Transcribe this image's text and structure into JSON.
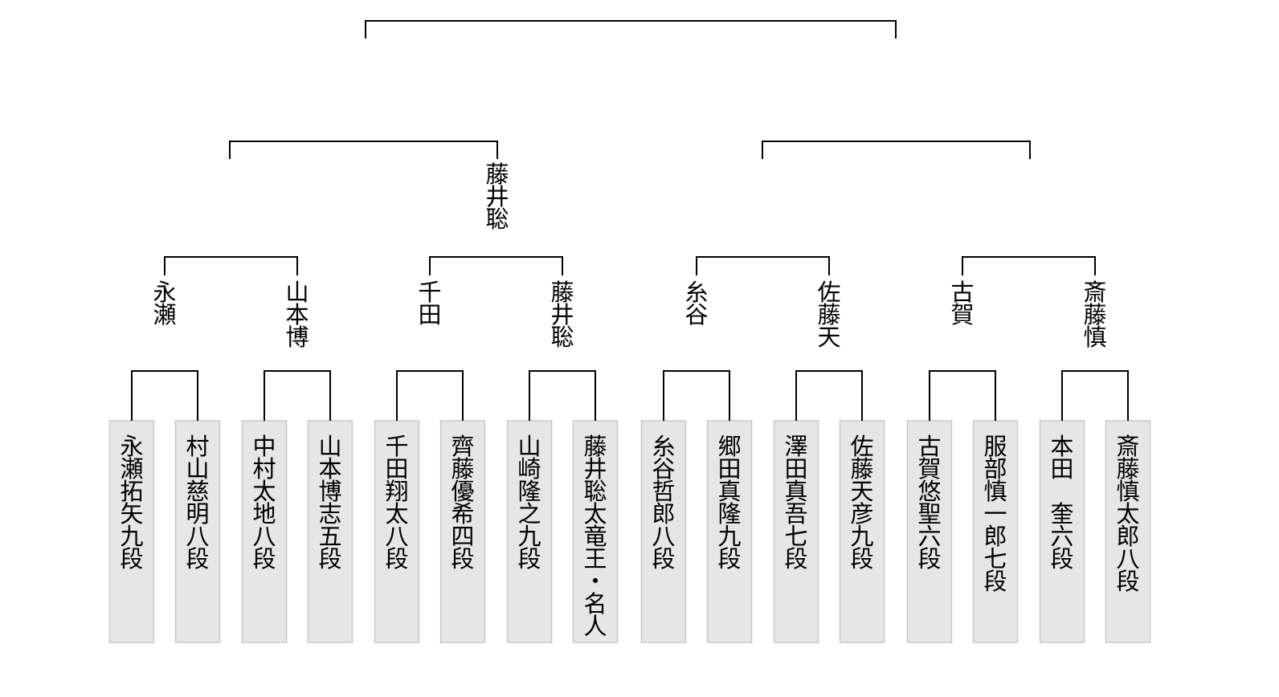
{
  "players": [
    "永瀬拓矢九段",
    "村山慈明八段",
    "中村太地八段",
    "山本博志五段",
    "千田翔太八段",
    "齊藤優希四段",
    "山崎隆之九段",
    "藤井聡太竜王・名人",
    "糸谷哲郎八段",
    "郷田真隆九段",
    "澤田真吾七段",
    "佐藤天彦九段",
    "古賀悠聖六段",
    "服部慎一郎七段",
    "本田　奎六段",
    "斎藤慎太郎八段"
  ],
  "round1_winners": [
    "永瀬",
    "山本博",
    "千田",
    "藤井聡",
    "糸谷",
    "佐藤天",
    "古賀",
    "斎藤慎"
  ],
  "round2_winners": [
    "藤井聡"
  ],
  "colors": {
    "line": "#000000",
    "box_fill": "#e6e6e6",
    "box_border": "#c8c8c8"
  }
}
